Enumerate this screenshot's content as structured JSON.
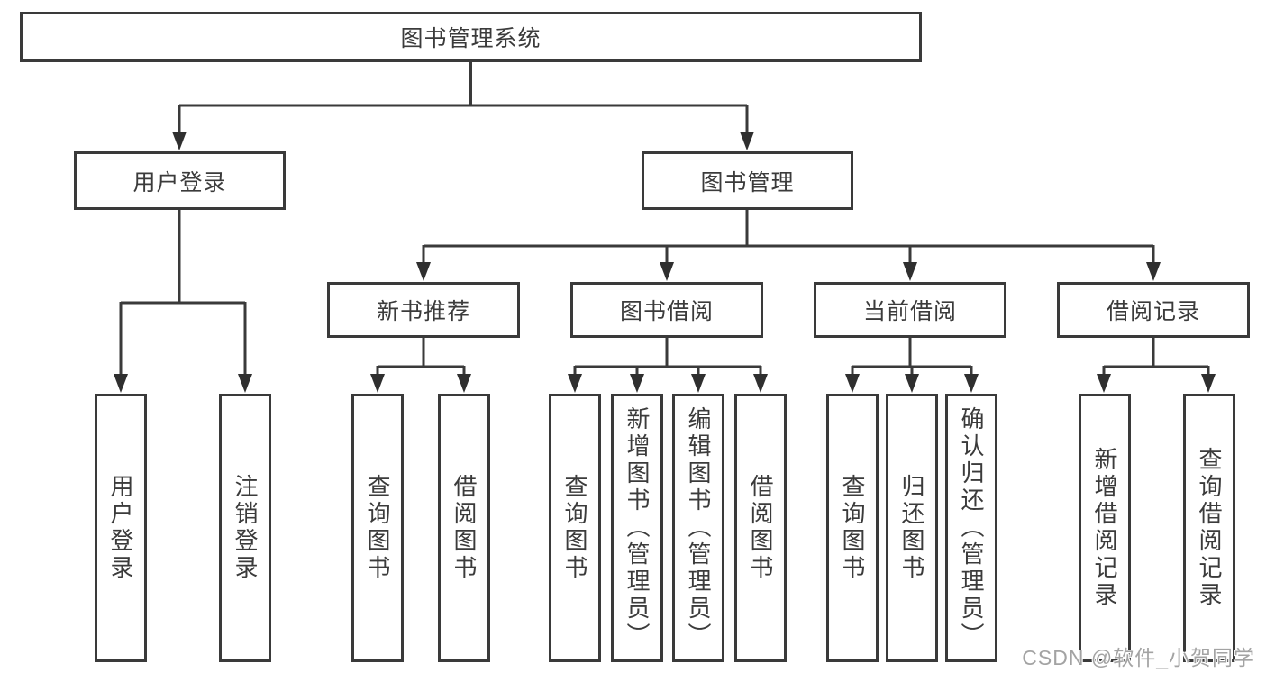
{
  "diagram": {
    "root": {
      "label": "图书管理系统"
    },
    "level2": [
      {
        "label": "用户登录"
      },
      {
        "label": "图书管理"
      }
    ],
    "level3": [
      {
        "label": "新书推荐"
      },
      {
        "label": "图书借阅"
      },
      {
        "label": "当前借阅"
      },
      {
        "label": "借阅记录"
      }
    ],
    "leaves": [
      {
        "label": "用户登录",
        "parent": "用户登录"
      },
      {
        "label": "注销登录",
        "parent": "用户登录"
      },
      {
        "label": "查询图书",
        "parent": "新书推荐"
      },
      {
        "label": "借阅图书",
        "parent": "新书推荐"
      },
      {
        "label": "查询图书",
        "parent": "图书借阅"
      },
      {
        "label": "新增图书（管理员）",
        "parent": "图书借阅"
      },
      {
        "label": "编辑图书（管理员）",
        "parent": "图书借阅"
      },
      {
        "label": "借阅图书",
        "parent": "图书借阅"
      },
      {
        "label": "查询图书",
        "parent": "当前借阅"
      },
      {
        "label": "归还图书",
        "parent": "当前借阅"
      },
      {
        "label": "确认归还（管理员）",
        "parent": "当前借阅"
      },
      {
        "label": "新增借阅记录",
        "parent": "借阅记录"
      },
      {
        "label": "查询借阅记录",
        "parent": "借阅记录"
      }
    ]
  },
  "watermark": {
    "text": "CSDN @软件_小贺同学"
  },
  "colors": {
    "line": "#3a3a3a",
    "box_border": "#3a3a3a",
    "text": "#3b3b3b",
    "background": "#ffffff",
    "watermark": "#a3a3a3"
  }
}
